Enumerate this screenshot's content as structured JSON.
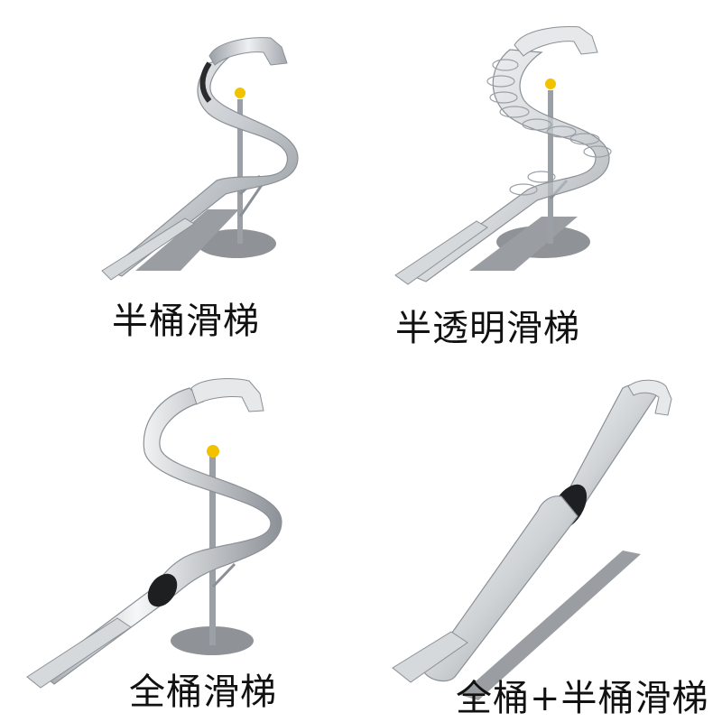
{
  "panels": [
    {
      "id": "half-tube",
      "caption": "半桶滑梯"
    },
    {
      "id": "translucent",
      "caption": "半透明滑梯"
    },
    {
      "id": "full-tube",
      "caption": "全桶滑梯"
    },
    {
      "id": "full-half-tube",
      "caption": "全桶+半桶滑梯"
    }
  ],
  "colors": {
    "steel_light": "#e6e8ea",
    "steel_mid": "#b9bdc1",
    "steel_dark": "#7b8086",
    "shadow": "#8f9296",
    "tube_inner": "#1e1f21",
    "ball": "#f2c200",
    "text": "#111111"
  }
}
